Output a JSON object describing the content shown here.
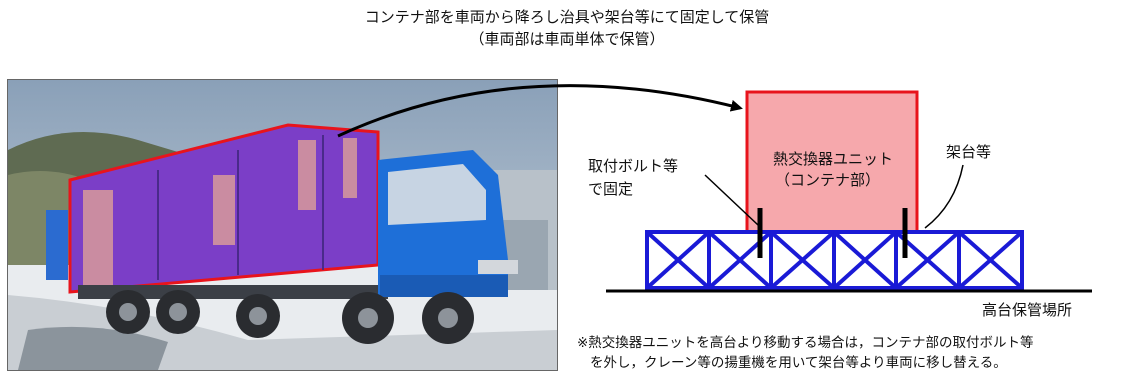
{
  "caption": {
    "line1": "コンテナ部を車両から降ろし治具や架台等にて固定して保管",
    "line2": "（車両部は車両単体で保管）"
  },
  "diagram": {
    "unit_label_1": "熱交換器ユニット",
    "unit_label_2": "（コンテナ部）",
    "stand_label": "架台等",
    "bolt_label_1": "取付ボルト等",
    "bolt_label_2": "で固定",
    "ground_label": "高台保管場所"
  },
  "note": {
    "line1": "※熱交換器ユニットを高台より移動する場合は，コンテナ部の取付ボルト等",
    "line2": "を外し，クレーン等の揚重機を用いて架台等より車両に移し替える。"
  },
  "colors": {
    "unit_fill": "#f6a8ac",
    "unit_border": "#e8141c",
    "truss": "#1a1ad6",
    "truck_cab": "#1e6fd8",
    "container_overlay": "#6a2fd0"
  }
}
